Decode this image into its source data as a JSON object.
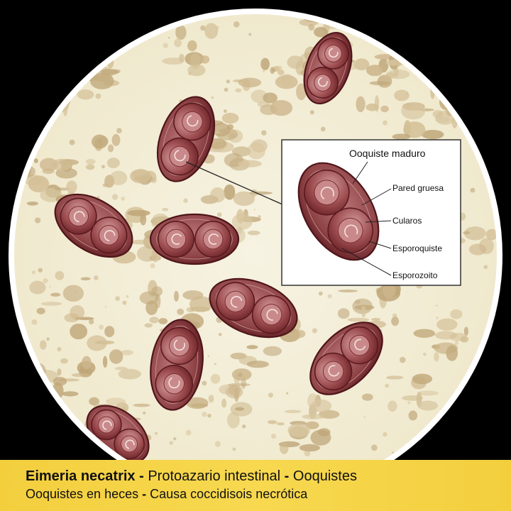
{
  "inset": {
    "title": "Ooquiste maduro",
    "labels": {
      "wall": "Pared gruesa",
      "culars": "Cularos",
      "sporocyst": "Esporoquiste",
      "sporozoite": "Esporozoito"
    }
  },
  "caption": {
    "species": "Eimeria necatrix",
    "separator": "-",
    "line1_part2": "Protoazario intestinal",
    "line1_part3": "Ooquistes",
    "line2_part1": "Ooquistes en heces",
    "line2_part2": "Causa coccidisois necrótica"
  },
  "colors": {
    "background": "#000000",
    "slide_field": "#f4f0dc",
    "slide_border": "#ffffff",
    "oocyst_wall": "#7a2a2e",
    "oocyst_fill": "#a55a5c",
    "sporocyst": "#8e3c40",
    "debris": "#c9b48a",
    "caption_bar": "#f5d447"
  }
}
